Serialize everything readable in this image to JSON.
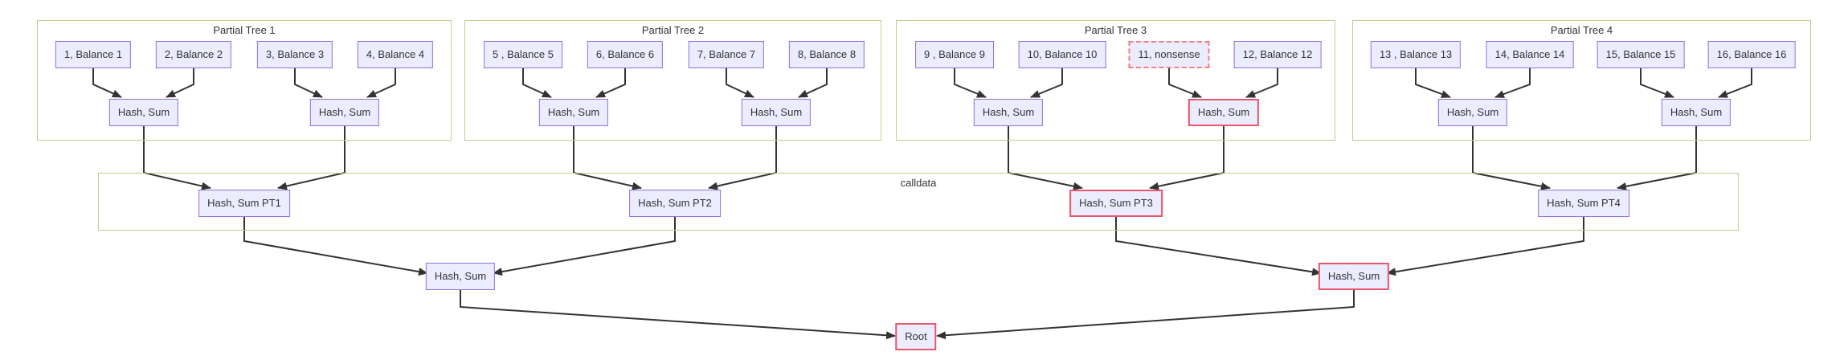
{
  "diagram": {
    "type": "flowchart",
    "background": "#ffffff",
    "colors": {
      "node_fill": "#ececff",
      "node_border": "#9370db",
      "error_border": "#e8566a",
      "invalid_border": "#f58080",
      "group_border": "#c9c98f",
      "edge": "#333333",
      "text": "#333333"
    },
    "groups": [
      {
        "id": "pt1",
        "label": "Partial Tree 1"
      },
      {
        "id": "pt2",
        "label": "Partial Tree 2"
      },
      {
        "id": "pt3",
        "label": "Partial Tree 3"
      },
      {
        "id": "pt4",
        "label": "Partial Tree 4"
      },
      {
        "id": "calldata",
        "label": "calldata"
      }
    ],
    "nodes": [
      {
        "id": "leaf1",
        "label": "1, Balance 1",
        "style": "normal",
        "group": "pt1"
      },
      {
        "id": "leaf2",
        "label": "2, Balance 2",
        "style": "normal",
        "group": "pt1"
      },
      {
        "id": "leaf3",
        "label": "3, Balance 3",
        "style": "normal",
        "group": "pt1"
      },
      {
        "id": "leaf4",
        "label": "4, Balance 4",
        "style": "normal",
        "group": "pt1"
      },
      {
        "id": "leaf5",
        "label": "5 , Balance 5",
        "style": "normal",
        "group": "pt2"
      },
      {
        "id": "leaf6",
        "label": "6, Balance 6",
        "style": "normal",
        "group": "pt2"
      },
      {
        "id": "leaf7",
        "label": "7, Balance 7",
        "style": "normal",
        "group": "pt2"
      },
      {
        "id": "leaf8",
        "label": "8, Balance 8",
        "style": "normal",
        "group": "pt2"
      },
      {
        "id": "leaf9",
        "label": "9 , Balance 9",
        "style": "normal",
        "group": "pt3"
      },
      {
        "id": "leaf10",
        "label": "10, Balance 10",
        "style": "normal",
        "group": "pt3"
      },
      {
        "id": "leaf11",
        "label": "11, nonsense",
        "style": "invalid",
        "group": "pt3"
      },
      {
        "id": "leaf12",
        "label": "12, Balance 12",
        "style": "normal",
        "group": "pt3"
      },
      {
        "id": "leaf13",
        "label": "13 , Balance 13",
        "style": "normal",
        "group": "pt4"
      },
      {
        "id": "leaf14",
        "label": "14, Balance 14",
        "style": "normal",
        "group": "pt4"
      },
      {
        "id": "leaf15",
        "label": "15, Balance 15",
        "style": "normal",
        "group": "pt4"
      },
      {
        "id": "leaf16",
        "label": "16, Balance 16",
        "style": "normal",
        "group": "pt4"
      },
      {
        "id": "hash1a",
        "label": "Hash, Sum",
        "style": "normal",
        "group": "pt1"
      },
      {
        "id": "hash1b",
        "label": "Hash, Sum",
        "style": "normal",
        "group": "pt1"
      },
      {
        "id": "hash2a",
        "label": "Hash, Sum",
        "style": "normal",
        "group": "pt2"
      },
      {
        "id": "hash2b",
        "label": "Hash, Sum",
        "style": "normal",
        "group": "pt2"
      },
      {
        "id": "hash3a",
        "label": "Hash, Sum",
        "style": "normal",
        "group": "pt3"
      },
      {
        "id": "hash3b",
        "label": "Hash, Sum",
        "style": "error",
        "group": "pt3"
      },
      {
        "id": "hash4a",
        "label": "Hash, Sum",
        "style": "normal",
        "group": "pt4"
      },
      {
        "id": "hash4b",
        "label": "Hash, Sum",
        "style": "normal",
        "group": "pt4"
      },
      {
        "id": "ptsum1",
        "label": "Hash, Sum PT1",
        "style": "normal",
        "group": "calldata"
      },
      {
        "id": "ptsum2",
        "label": "Hash, Sum PT2",
        "style": "normal",
        "group": "calldata"
      },
      {
        "id": "ptsum3",
        "label": "Hash, Sum PT3",
        "style": "error",
        "group": "calldata"
      },
      {
        "id": "ptsum4",
        "label": "Hash, Sum PT4",
        "style": "normal",
        "group": "calldata"
      },
      {
        "id": "midleft",
        "label": "Hash, Sum",
        "style": "normal",
        "group": null
      },
      {
        "id": "midright",
        "label": "Hash, Sum",
        "style": "error",
        "group": null
      },
      {
        "id": "root",
        "label": "Root",
        "style": "error",
        "group": null
      }
    ],
    "edges": [
      [
        "leaf1",
        "hash1a"
      ],
      [
        "leaf2",
        "hash1a"
      ],
      [
        "leaf3",
        "hash1b"
      ],
      [
        "leaf4",
        "hash1b"
      ],
      [
        "leaf5",
        "hash2a"
      ],
      [
        "leaf6",
        "hash2a"
      ],
      [
        "leaf7",
        "hash2b"
      ],
      [
        "leaf8",
        "hash2b"
      ],
      [
        "leaf9",
        "hash3a"
      ],
      [
        "leaf10",
        "hash3a"
      ],
      [
        "leaf11",
        "hash3b"
      ],
      [
        "leaf12",
        "hash3b"
      ],
      [
        "leaf13",
        "hash4a"
      ],
      [
        "leaf14",
        "hash4a"
      ],
      [
        "leaf15",
        "hash4b"
      ],
      [
        "leaf16",
        "hash4b"
      ],
      [
        "hash1a",
        "ptsum1"
      ],
      [
        "hash1b",
        "ptsum1"
      ],
      [
        "hash2a",
        "ptsum2"
      ],
      [
        "hash2b",
        "ptsum2"
      ],
      [
        "hash3a",
        "ptsum3"
      ],
      [
        "hash3b",
        "ptsum3"
      ],
      [
        "hash4a",
        "ptsum4"
      ],
      [
        "hash4b",
        "ptsum4"
      ],
      [
        "ptsum1",
        "midleft"
      ],
      [
        "ptsum2",
        "midleft"
      ],
      [
        "ptsum3",
        "midright"
      ],
      [
        "ptsum4",
        "midright"
      ],
      [
        "midleft",
        "root"
      ],
      [
        "midright",
        "root"
      ]
    ]
  }
}
